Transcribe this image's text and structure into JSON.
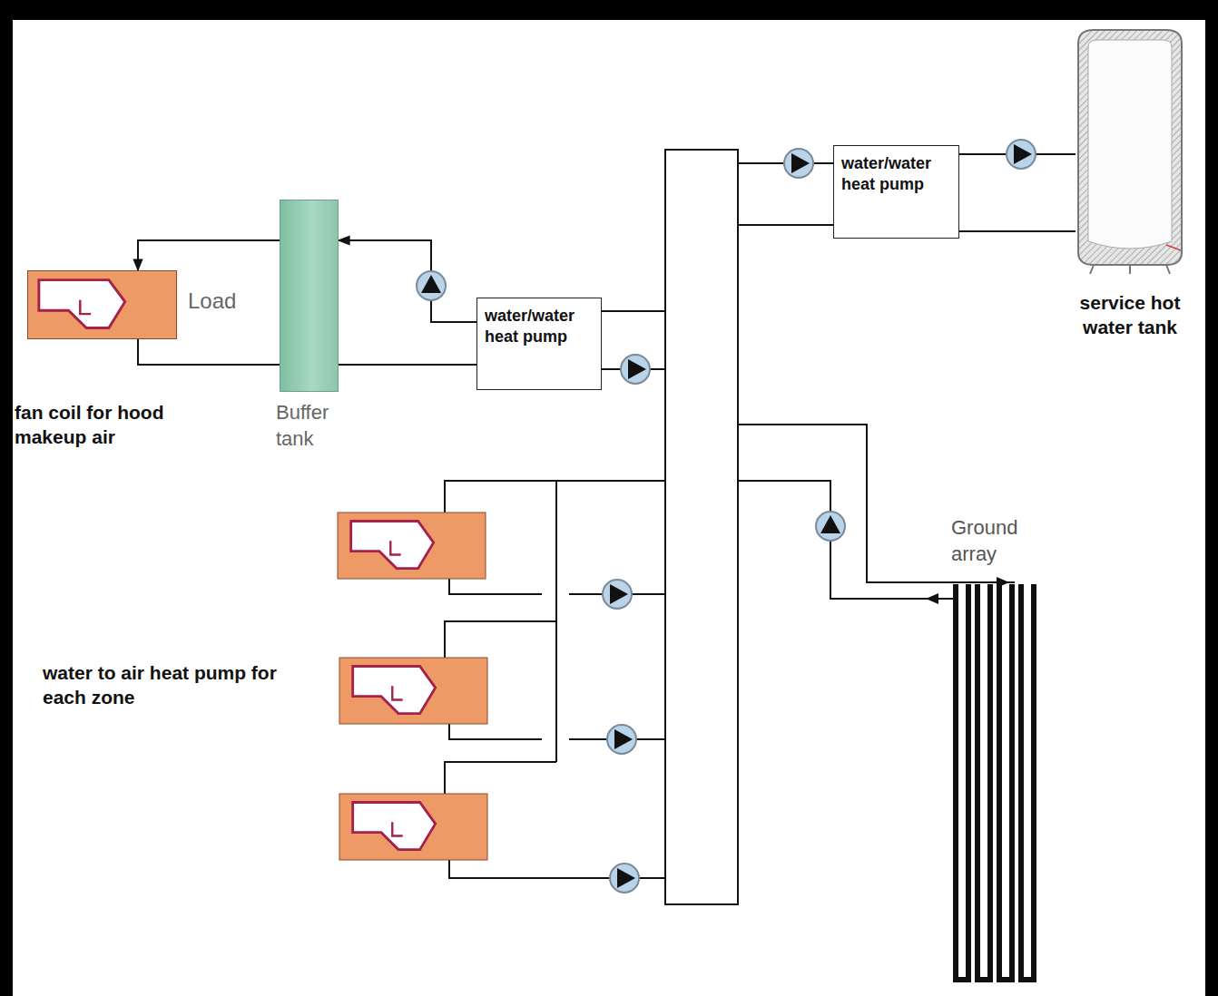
{
  "diagram": {
    "nodes": [
      {
        "text": [
          "fan coil for hood makeup air"
        ]
      },
      {
        "text": [
          "Buffer tank"
        ]
      },
      {
        "text": [
          "water/water heat pump"
        ]
      },
      {
        "text": [
          "water/water heat pump"
        ]
      },
      {
        "text": [
          "service hot water tank"
        ]
      },
      {
        "text": [
          "Ground array"
        ]
      }
    ],
    "edges": [
      {
        "from": 1,
        "to": 0,
        "arrow": "to"
      },
      {
        "from": 2,
        "to": 1,
        "arrow": "to"
      },
      {
        "from": 0,
        "to": 1,
        "arrow": "none"
      },
      {
        "from": 1,
        "to": 2,
        "arrow": "none"
      },
      {
        "from": 3,
        "to": 4,
        "arrow": "none"
      },
      {
        "from": 3,
        "to": 4,
        "arrow": "none"
      }
    ],
    "labels": [
      "Load",
      "water to air heat pump for each zone"
    ]
  }
}
